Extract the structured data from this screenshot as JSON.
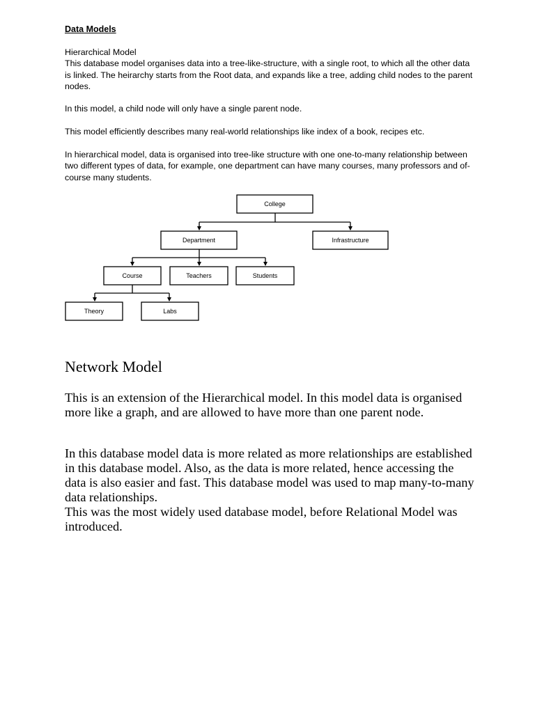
{
  "document": {
    "title": "Data Models",
    "hierarchical": {
      "heading": "Hierarchical Model",
      "paragraph1": "This database model organises data into a tree-like-structure, with a single root, to which all the other data is linked. The heirarchy starts from the Root data, and expands like a tree, adding child nodes to the parent nodes.",
      "paragraph2": "In this model, a child node will only have a single parent node.",
      "paragraph3": "This model efficiently describes many real-world relationships like index of a book, recipes etc.",
      "paragraph4": "In hierarchical model, data is organised into tree-like structure with one one-to-many relationship between two different types of data, for example, one department can have many courses, many professors and of-course many students."
    },
    "diagram": {
      "nodes": {
        "college": "College",
        "department": "Department",
        "infrastructure": "Infrastructure",
        "course": "Course",
        "teachers": "Teachers",
        "students": "Students",
        "theory": "Theory",
        "labs": "Labs"
      }
    },
    "network": {
      "heading": "Network Model",
      "paragraph1": "This is an extension of the Hierarchical model. In this model data is organised more like a graph, and are allowed to have more than one parent node.",
      "paragraph2": "In this database model data is more related as more relationships are established in this database model. Also, as the data is more related, hence accessing the data is also easier and fast. This database model was used to map many-to-many data relationships.",
      "paragraph3": "This was the most widely used database model, before Relational Model was introduced."
    }
  }
}
